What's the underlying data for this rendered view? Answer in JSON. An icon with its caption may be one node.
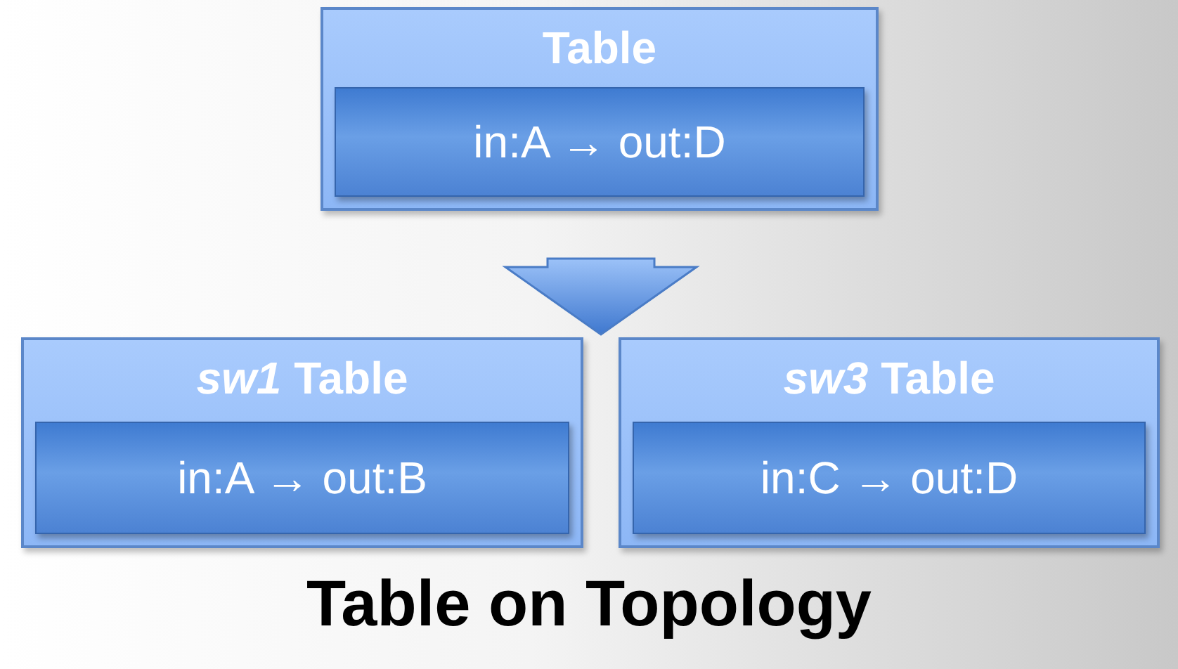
{
  "diagram": {
    "title": "Table on Topology",
    "nodes": [
      {
        "text": [
          "Table"
        ]
      },
      {
        "text": [
          "in:A → out:D"
        ],
        "in": 0
      },
      {
        "text": [
          "*sw1* Table"
        ]
      },
      {
        "text": [
          "in:A → out:B"
        ],
        "in": 2
      },
      {
        "text": [
          "*sw3* Table"
        ]
      },
      {
        "text": [
          "in:C → out:D"
        ],
        "in": 4
      }
    ],
    "edges": [
      {
        "from": 0,
        "to": 2,
        "arrow": "to"
      },
      {
        "from": 0,
        "to": 4,
        "arrow": "to"
      }
    ]
  }
}
